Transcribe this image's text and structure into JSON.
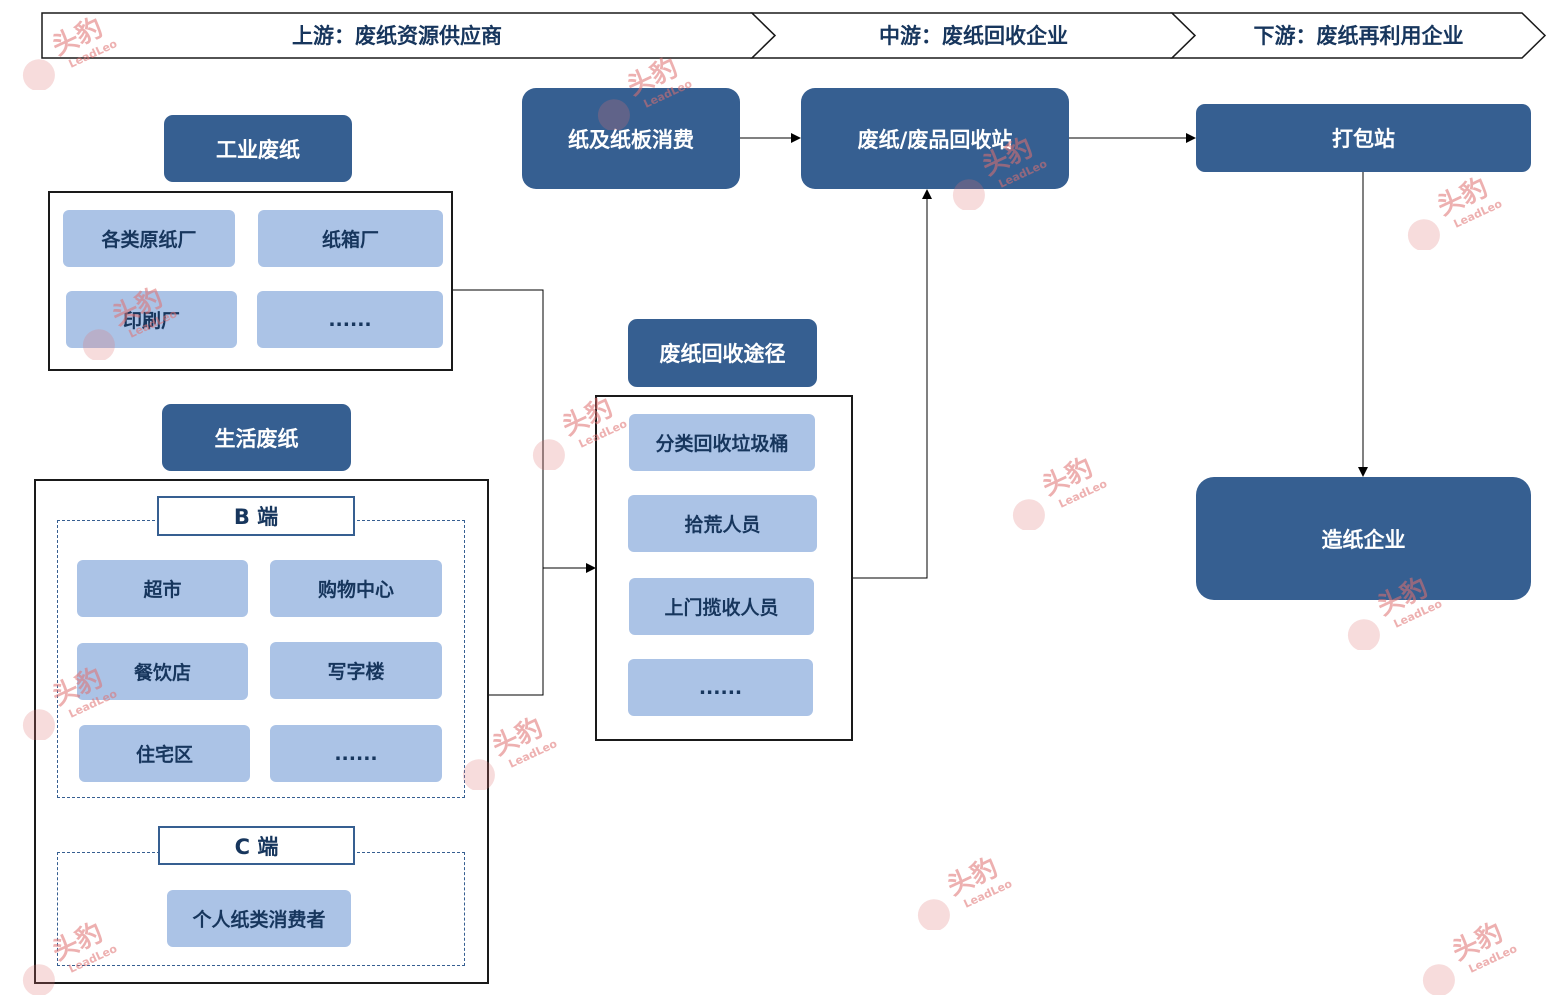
{
  "banner": {
    "upstream": "上游：废纸资源供应商",
    "midstream": "中游：废纸回收企业",
    "downstream": "下游：废纸再利用企业"
  },
  "industrial": {
    "title": "工业废纸",
    "items": [
      "各类原纸厂",
      "纸箱厂",
      "印刷厂",
      "......"
    ]
  },
  "household": {
    "title": "生活废纸",
    "b_end": {
      "label": "B  端",
      "items": [
        "超市",
        "购物中心",
        "餐饮店",
        "写字楼",
        "住宅区",
        "......"
      ]
    },
    "c_end": {
      "label": "C  端",
      "items": [
        "个人纸类消费者"
      ]
    }
  },
  "recycling_channels": {
    "title": "废纸回收途径",
    "items": [
      "分类回收垃圾桶",
      "拾荒人员",
      "上门揽收人员",
      "......"
    ]
  },
  "flow": {
    "consumption": "纸及纸板消费",
    "station": "废纸/废品回收站",
    "packing": "打包站",
    "paper_mill": "造纸企业"
  },
  "watermark": {
    "brand_cn": "头豹",
    "brand_en": "LeadLeo",
    "color": "#e07070"
  },
  "colors": {
    "dark_box": "#365f91",
    "light_box": "#abc3e6",
    "text_dark": "#17365d"
  }
}
